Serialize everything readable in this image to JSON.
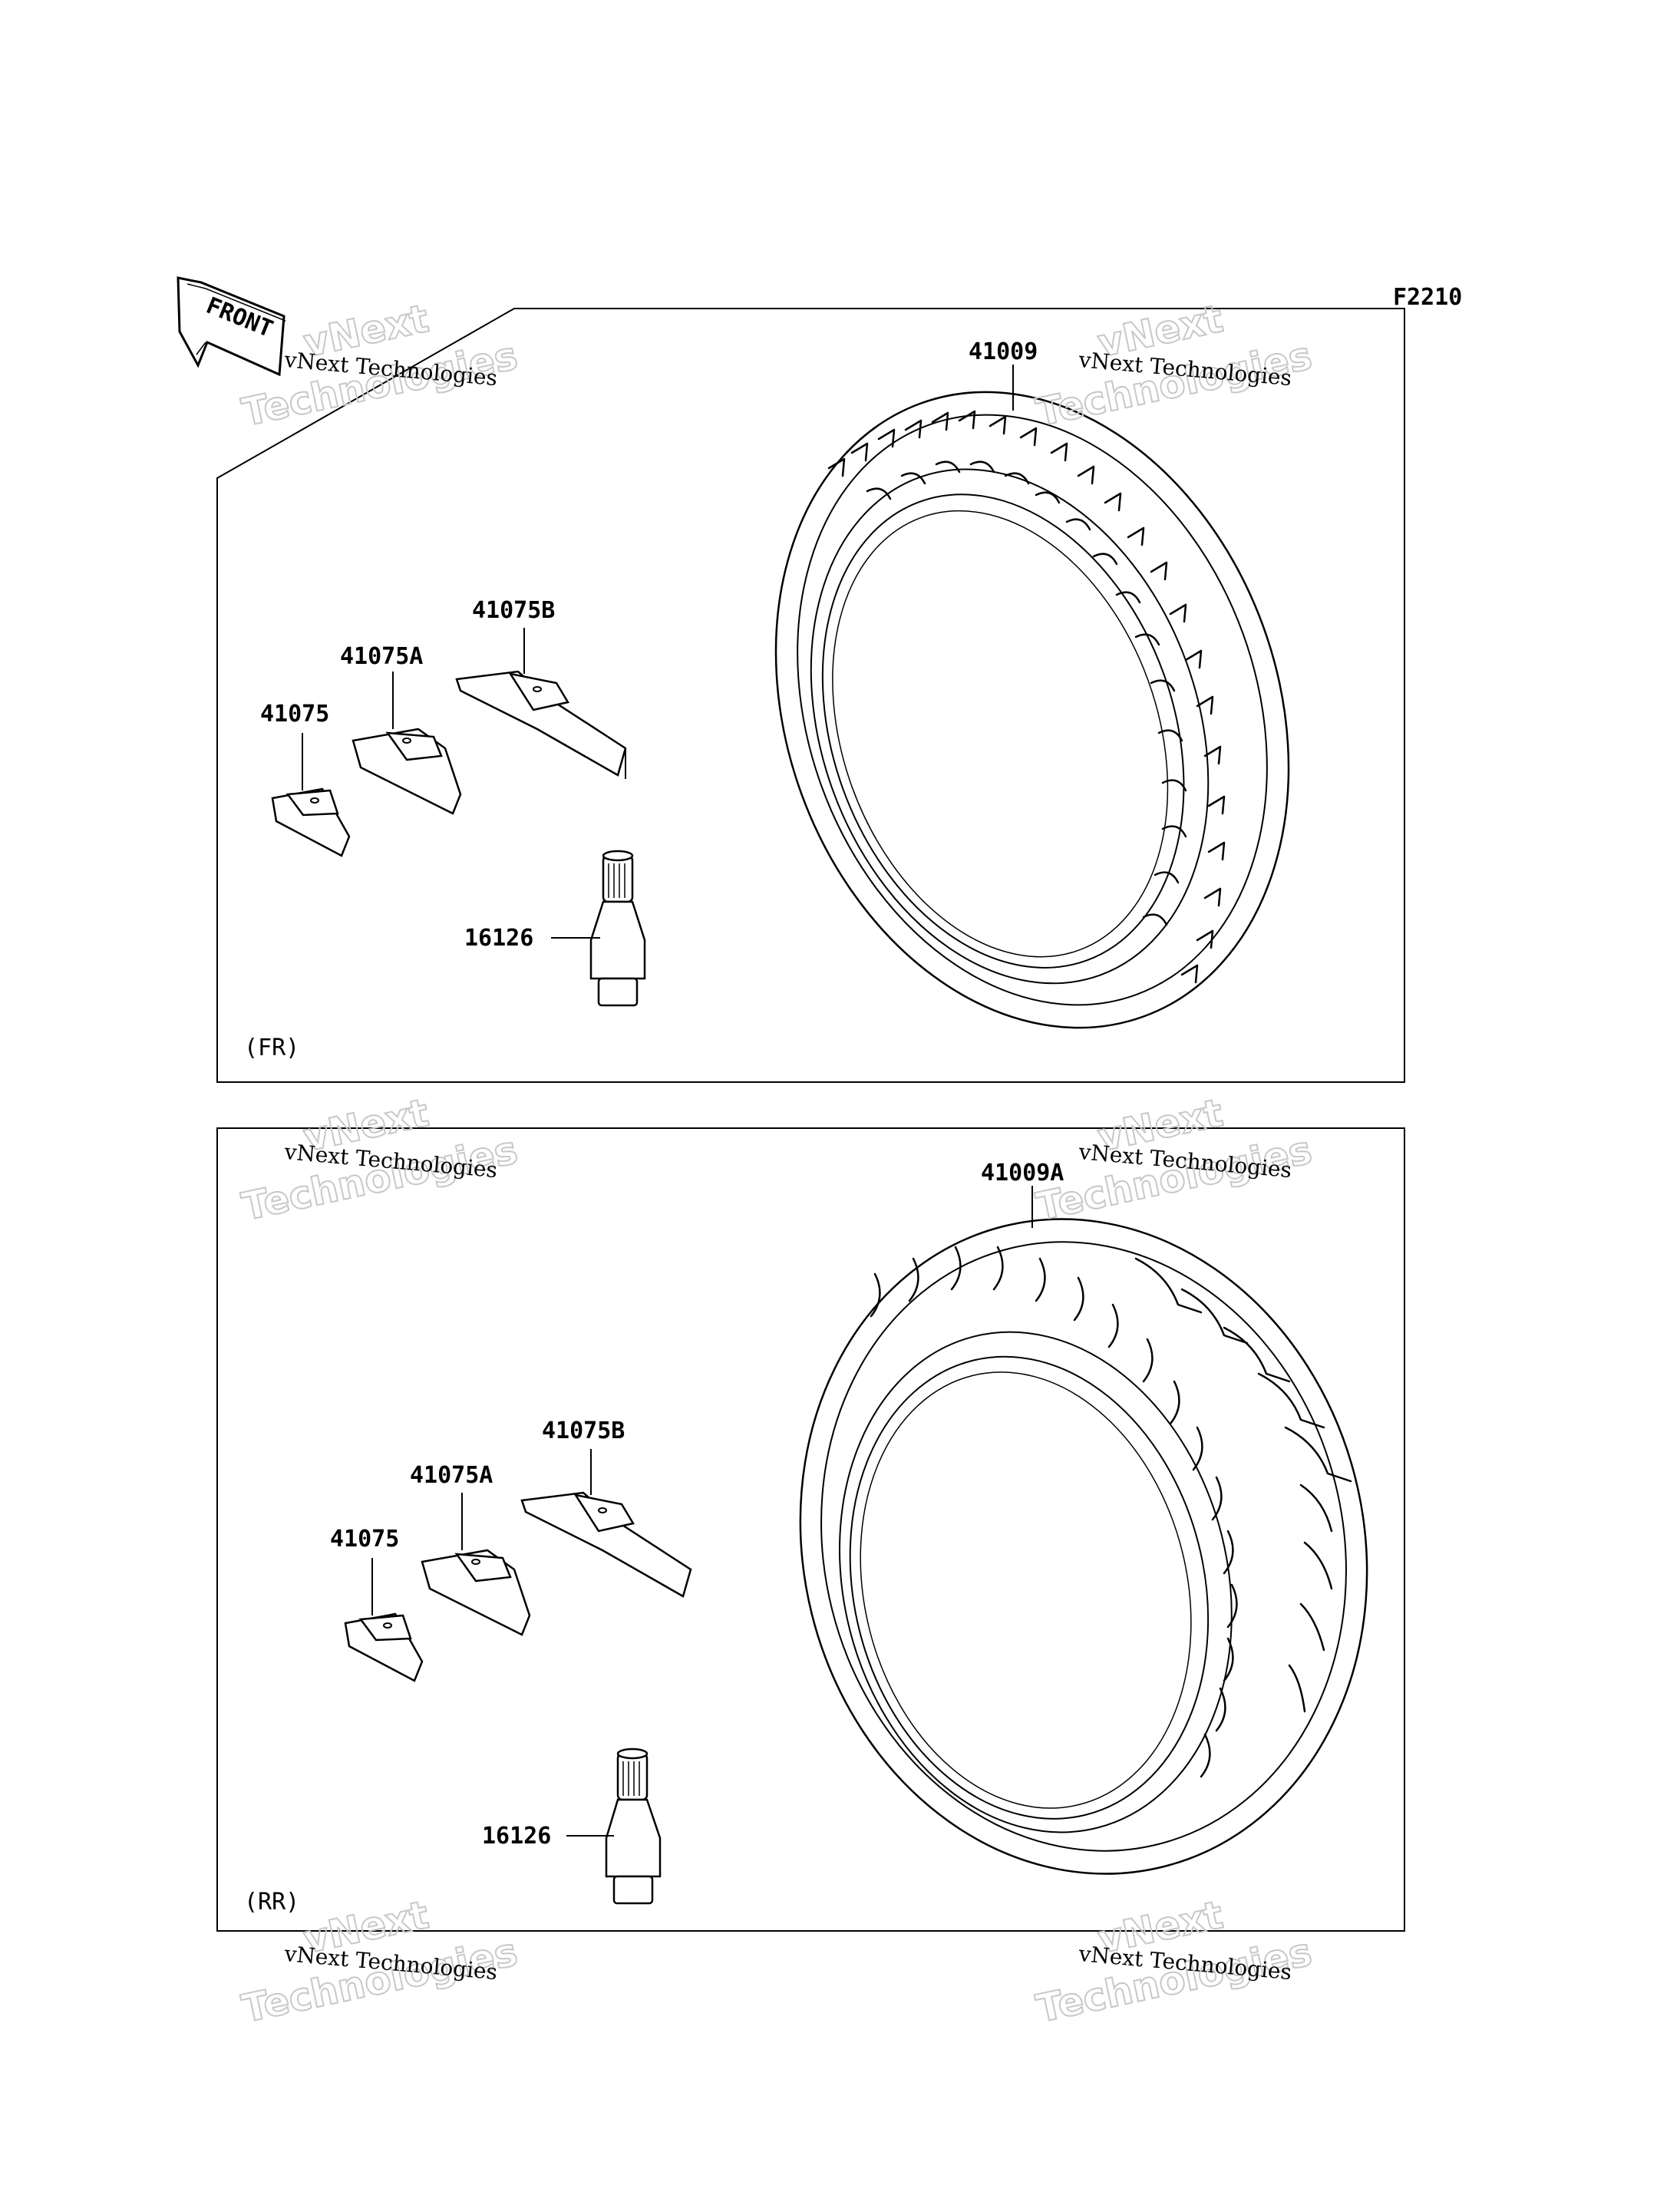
{
  "figure_code": "F2210",
  "front_marker": "FRONT",
  "watermark": {
    "line_small": "vNext Technologies",
    "line_big_1": "vNext",
    "line_big_2": "Technologies"
  },
  "panels": [
    {
      "id": "front",
      "section_label": "(FR)",
      "parts": {
        "tire": "41009",
        "weight_small": "41075",
        "weight_medium": "41075A",
        "weight_large": "41075B",
        "valve": "16126"
      }
    },
    {
      "id": "rear",
      "section_label": "(RR)",
      "parts": {
        "tire": "41009A",
        "weight_small": "41075",
        "weight_medium": "41075A",
        "weight_large": "41075B",
        "valve": "16126"
      }
    }
  ]
}
